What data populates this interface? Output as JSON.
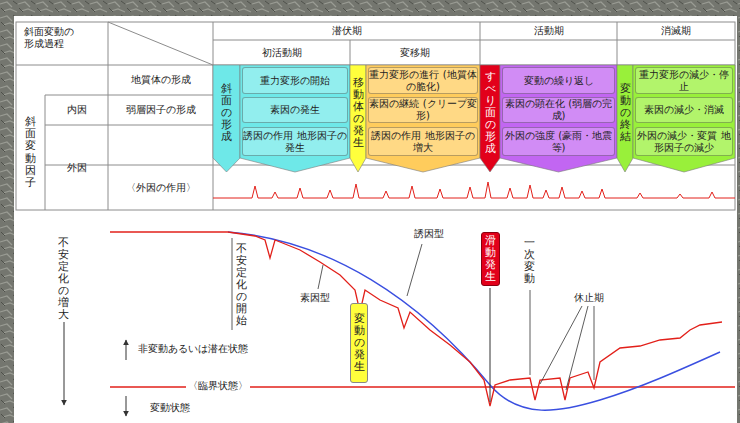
{
  "diagram": {
    "nodes": [
      {
        "text": [
          "斜面変動の 形成過程"
        ]
      },
      {
        "text": [
          "潜伏期"
        ]
      },
      {
        "text": [
          "活動期"
        ]
      },
      {
        "text": [
          "消滅期"
        ]
      },
      {
        "text": [
          "初活動期"
        ]
      },
      {
        "text": [
          "変移期"
        ]
      },
      {
        "text": [
          "地質体の形成"
        ]
      },
      {
        "text": [
          "斜面変動因子"
        ]
      },
      {
        "text": [
          "内因"
        ]
      },
      {
        "text": [
          "外因"
        ]
      },
      {
        "text": [
          "弱層因子の形成"
        ]
      },
      {
        "text": [
          "〈外因の作用〉"
        ]
      },
      {
        "text": [
          "斜面の形成"
        ]
      },
      {
        "text": [
          "重力変形の開始"
        ]
      },
      {
        "text": [
          "素因の発生"
        ]
      },
      {
        "text": [
          "誘因の作用 地形因子の発生"
        ]
      },
      {
        "text": [
          "移動体の発生"
        ]
      },
      {
        "text": [
          "重力変形の進行 (地質体の脆化)"
        ]
      },
      {
        "text": [
          "素因の継続 (クリープ変形)"
        ]
      },
      {
        "text": [
          "誘因の作用 地形因子の増大"
        ]
      },
      {
        "text": [
          "すべり面の形成"
        ]
      },
      {
        "text": [
          "変動の繰り返し"
        ]
      },
      {
        "text": [
          "素因の顕在化 (弱層の完成)"
        ]
      },
      {
        "text": [
          "外因の強度 (豪雨・地震等)"
        ]
      },
      {
        "text": [
          "変動の終結"
        ]
      },
      {
        "text": [
          "重力変形の減少・停止"
        ]
      },
      {
        "text": [
          "素因の減少・消滅"
        ]
      },
      {
        "text": [
          "外因の減少・変質 地形因子の減少"
        ]
      },
      {
        "text": [
          "変動の発生"
        ]
      },
      {
        "text": [
          "滑動発生"
        ]
      }
    ],
    "labels": [
      "不安定化の増大",
      "不安定化の開始",
      "非変動あるいは潜在状態",
      "〈臨界状態〉",
      "変動状態",
      "誘因型",
      "素因型",
      "一次変動",
      "休止期"
    ]
  }
}
